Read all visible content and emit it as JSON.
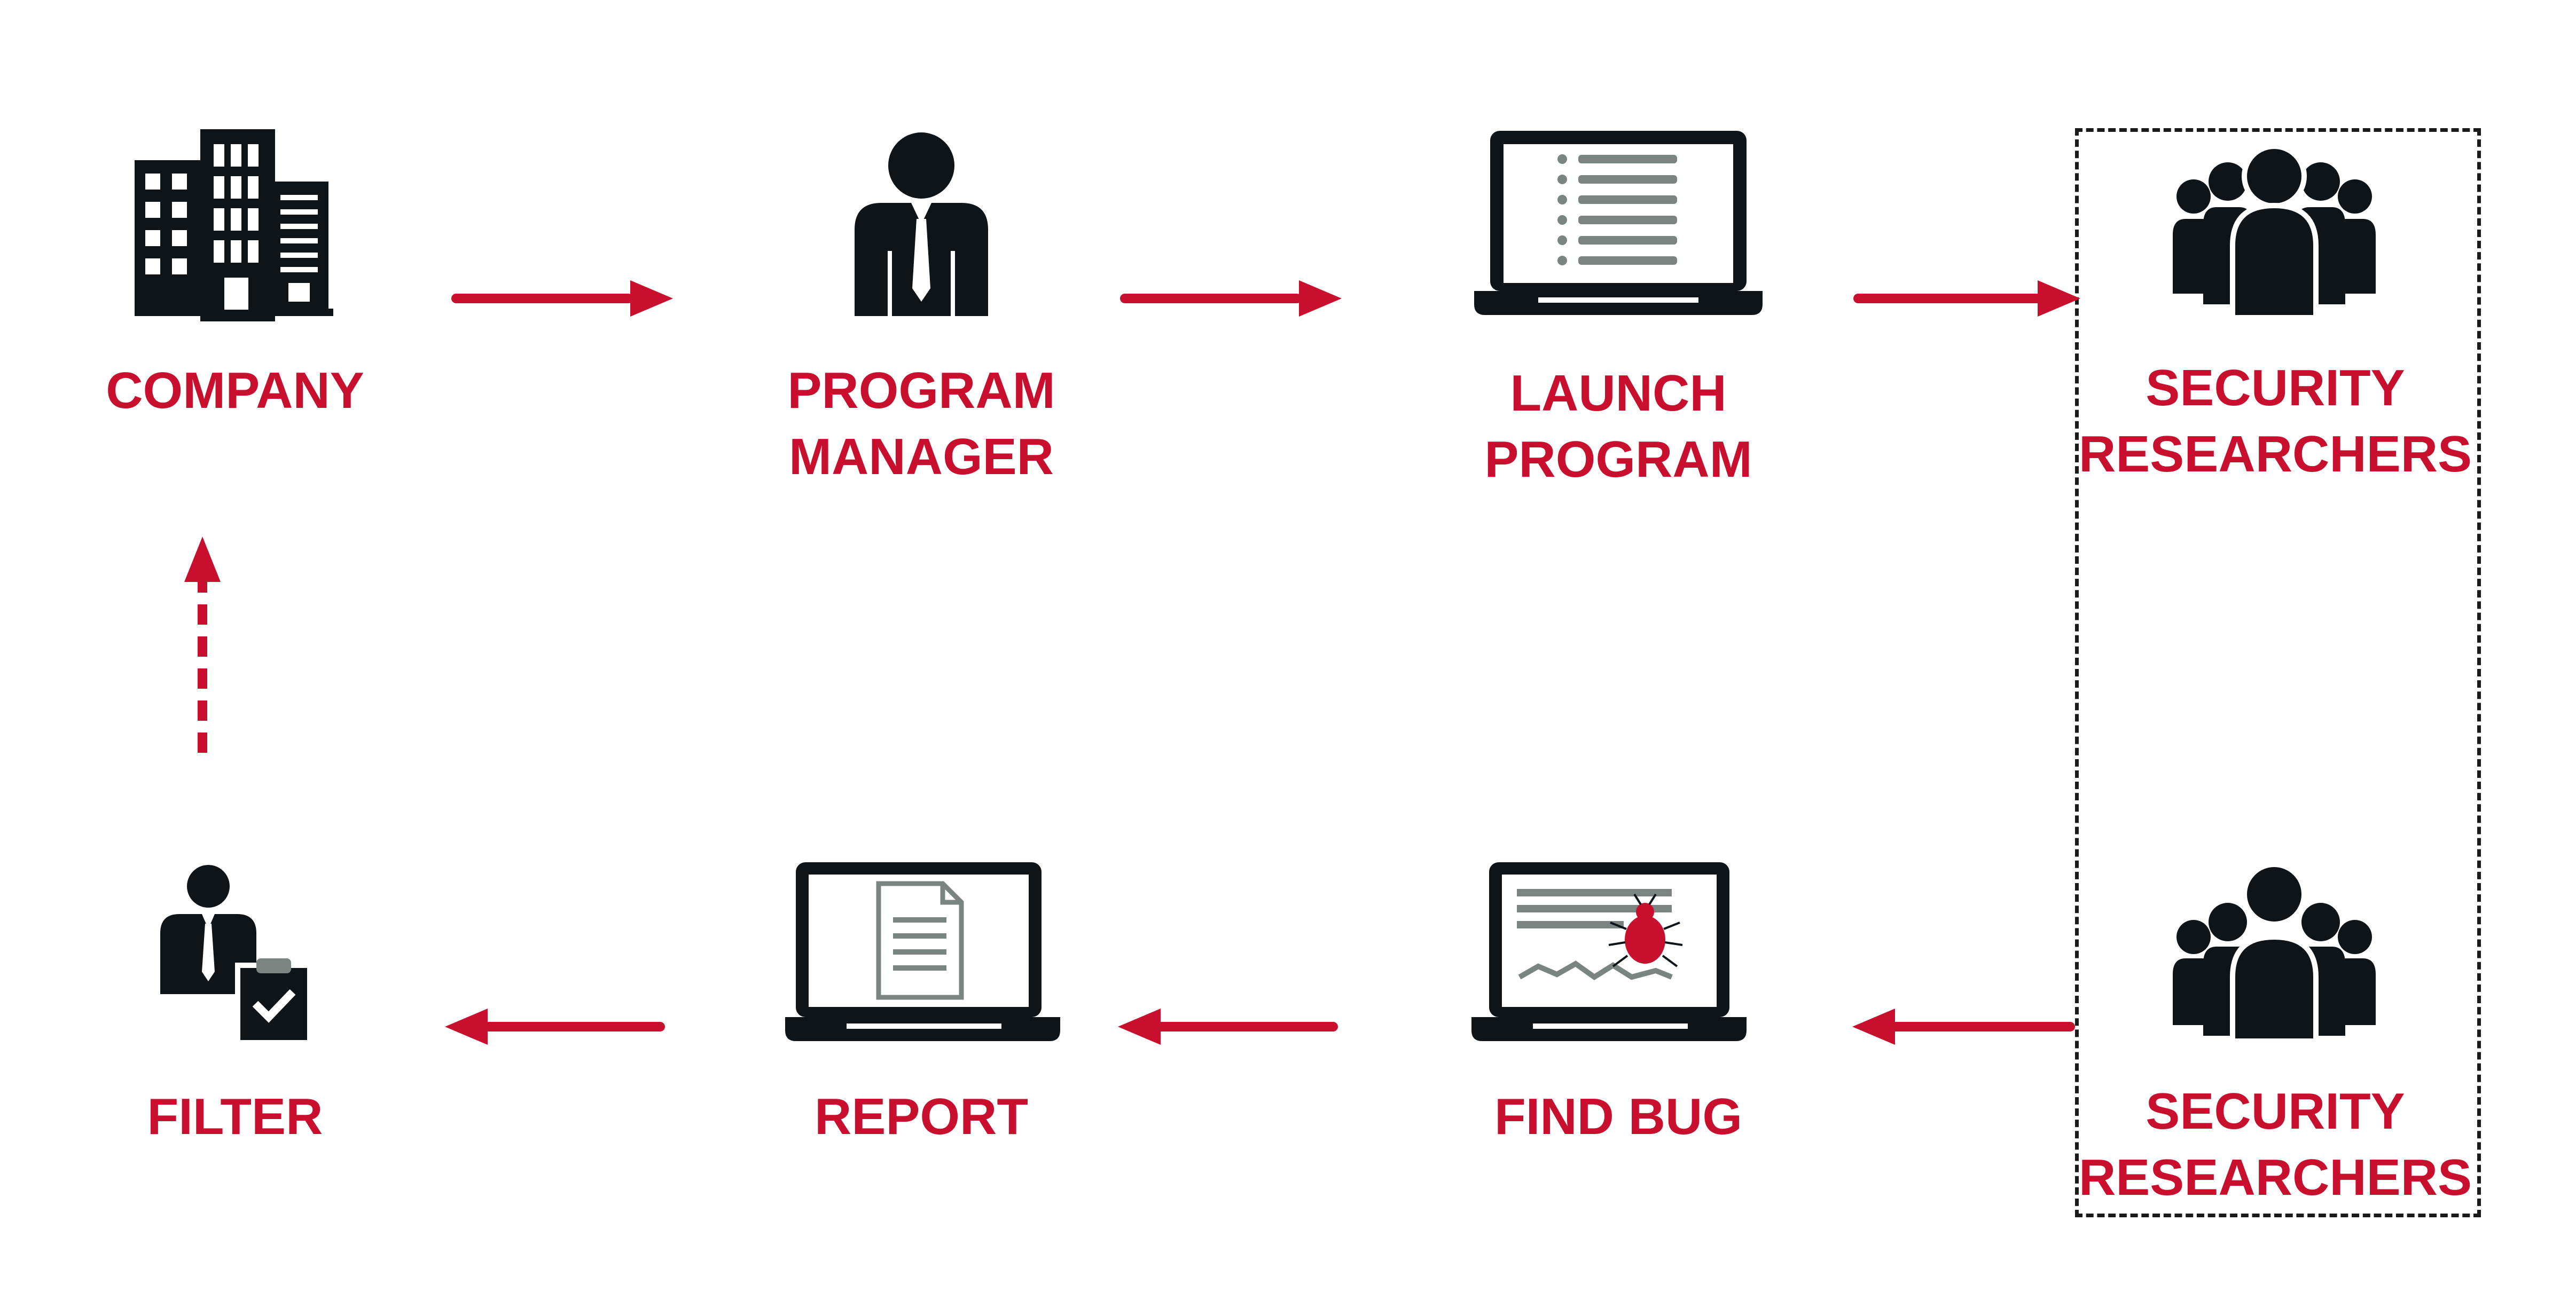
{
  "colors": {
    "accent": "#c8102e",
    "icon": "#0f1419",
    "gray": "#7a8582",
    "background": "#ffffff"
  },
  "nodes": {
    "company": {
      "icon": "office-building-icon",
      "lines": [
        "COMPANY"
      ]
    },
    "manager": {
      "icon": "business-person-icon",
      "lines": [
        "PROGRAM",
        "MANAGER"
      ]
    },
    "launch": {
      "icon": "laptop-list-icon",
      "lines": [
        "LAUNCH",
        "PROGRAM"
      ]
    },
    "researchers_top": {
      "icon": "people-group-icon",
      "lines": [
        "SECURITY",
        "RESEARCHERS"
      ]
    },
    "researchers_bottom": {
      "icon": "people-group-icon",
      "lines": [
        "SECURITY",
        "RESEARCHERS"
      ]
    },
    "find_bug": {
      "icon": "laptop-bug-icon",
      "lines": [
        "FIND BUG"
      ]
    },
    "report": {
      "icon": "laptop-document-icon",
      "lines": [
        "REPORT"
      ]
    },
    "filter": {
      "icon": "person-clipboard-icon",
      "lines": [
        "FILTER"
      ]
    }
  },
  "flow": [
    {
      "from": "COMPANY",
      "to": "PROGRAM MANAGER",
      "style": "solid"
    },
    {
      "from": "PROGRAM MANAGER",
      "to": "LAUNCH PROGRAM",
      "style": "solid"
    },
    {
      "from": "LAUNCH PROGRAM",
      "to": "SECURITY RESEARCHERS",
      "style": "solid"
    },
    {
      "from": "SECURITY RESEARCHERS",
      "to": "FIND BUG",
      "style": "solid"
    },
    {
      "from": "FIND BUG",
      "to": "REPORT",
      "style": "solid"
    },
    {
      "from": "REPORT",
      "to": "FILTER",
      "style": "solid"
    },
    {
      "from": "FILTER",
      "to": "COMPANY",
      "style": "dashed"
    }
  ]
}
